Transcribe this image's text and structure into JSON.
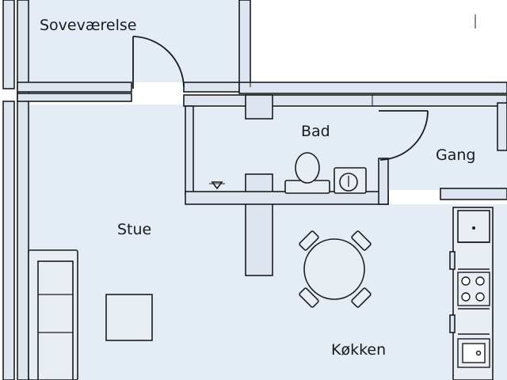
{
  "floor_plan": {
    "colors": {
      "floor": "#e4edf6",
      "wall": "#1c1c1c",
      "wall_fill": "#dde6f0",
      "fixture_fill": "#e9eef4",
      "background": "#ffffff"
    },
    "rooms": [
      {
        "id": "sovevaerelse",
        "label": "Soveværelse"
      },
      {
        "id": "bad",
        "label": "Bad"
      },
      {
        "id": "gang",
        "label": "Gang"
      },
      {
        "id": "stue",
        "label": "Stue"
      },
      {
        "id": "kokken",
        "label": "Køkken"
      }
    ],
    "fixtures": [
      "sofa",
      "coffee-table",
      "dining-table",
      "dining-chair",
      "toilet",
      "washbasin",
      "floor-drain",
      "stove",
      "kitchen-sink",
      "kitchen-counter"
    ],
    "doors": [
      "bedroom-door",
      "bathroom-door"
    ]
  }
}
